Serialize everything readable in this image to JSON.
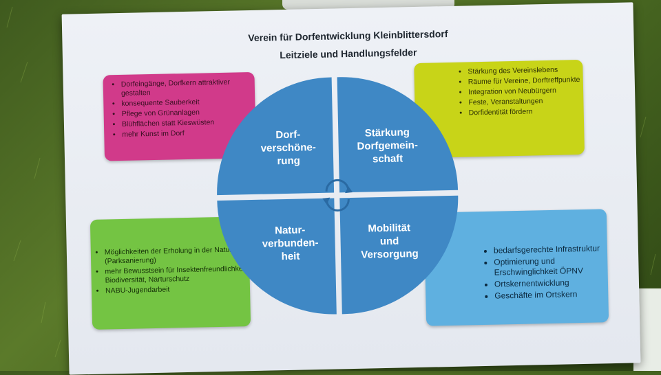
{
  "poster": {
    "title": "Verein für Dorfentwicklung Kleinblittersdorf",
    "subtitle": "Leitziele und Handlungsfelder"
  },
  "boxes": {
    "pink": {
      "color": "#d13a8a",
      "items": [
        "Dorfeingänge, Dorfkern attraktiver gestalten",
        "konsequente Sauberkeit",
        "Pflege von Grünanlagen",
        "Blühflächen statt Kieswüsten",
        "mehr Kunst im Dorf"
      ]
    },
    "yellow": {
      "color": "#c8d418",
      "items": [
        "Stärkung des Vereinslebens",
        "Räume für Vereine, Dorftreffpunkte",
        "Integration von Neubürgern",
        "Feste, Veranstaltungen",
        "Dorfidentität fördern"
      ]
    },
    "green": {
      "color": "#74c443",
      "items": [
        "Möglichkeiten der Erholung in der Natur (Parksanierung)",
        "mehr Bewusstsein für Insektenfreundlichkeit, Biodiversität, Narturschutz",
        "NABU-Jugendarbeit"
      ]
    },
    "blue": {
      "color": "#5fb0e0",
      "items": [
        "bedarfsgerechte Infrastruktur",
        "Optimierung und Erschwinglichkeit ÖPNV",
        "Ortskernentwicklung",
        "Geschäfte im Ortskern"
      ]
    }
  },
  "circle": {
    "color": "#3f88c5",
    "quadrants": {
      "top_left": "Dorf-\nverschöne-\nrung",
      "top_right": "Stärkung\nDorfgemein-\nschaft",
      "bottom_left": "Natur-\nverbunden-\nheit",
      "bottom_right": "Mobilität\nund\nVersorgung"
    },
    "center_icon": "cycle-arrows-icon"
  }
}
